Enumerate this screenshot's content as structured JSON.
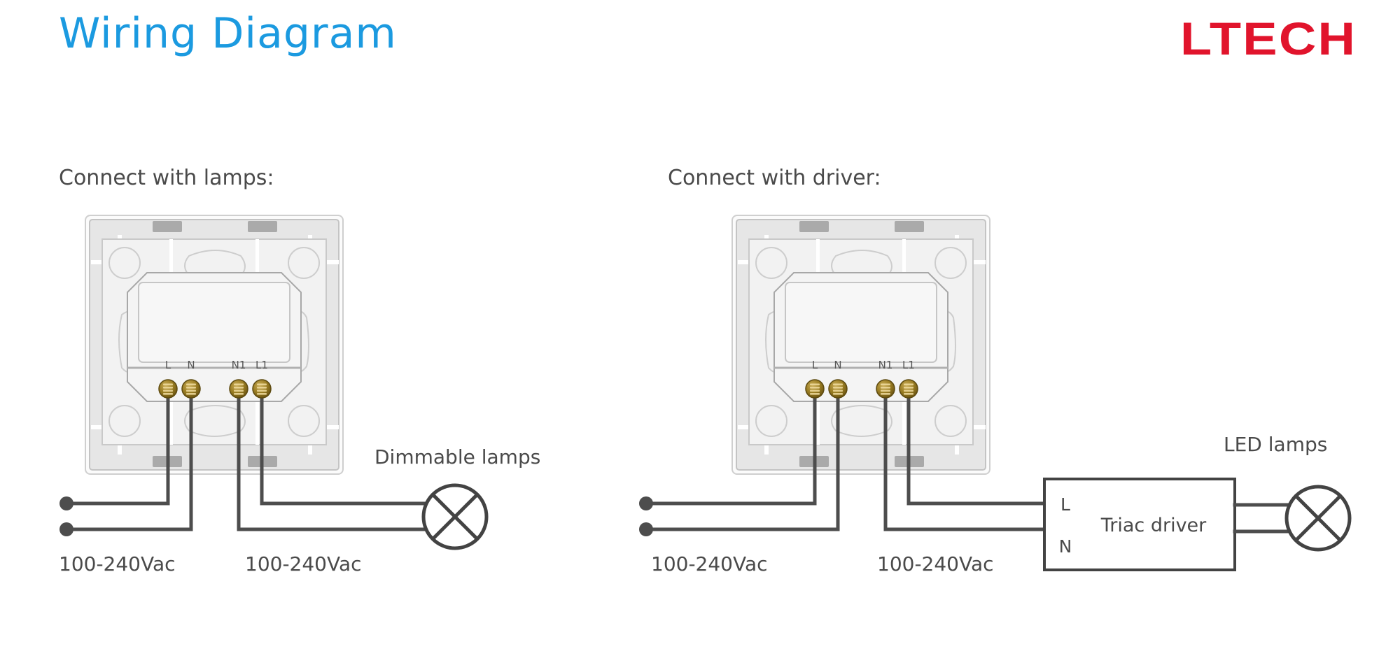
{
  "header": {
    "title": "Wiring Diagram",
    "title_color": "#1b9ae0",
    "brand": "LTECH",
    "brand_color": "#e1142c"
  },
  "sections": [
    {
      "id": "lamps",
      "heading": "Connect with lamps:",
      "terminals": [
        "L",
        "N",
        "N1",
        "L1"
      ],
      "mains_labels": [
        "100-240Vac",
        "100-240Vac"
      ],
      "load_label": "Dimmable lamps",
      "load_icon": "lamp-cross-circle-icon"
    },
    {
      "id": "driver",
      "heading": "Connect with driver:",
      "terminals": [
        "L",
        "N",
        "N1",
        "L1"
      ],
      "mains_labels": [
        "100-240Vac",
        "100-240Vac"
      ],
      "driver": {
        "title": "Triac driver",
        "input_pins": [
          "L",
          "N"
        ]
      },
      "load_label": "LED lamps",
      "load_icon": "lamp-cross-circle-icon"
    }
  ],
  "colors": {
    "wire": "#4d4d4d",
    "text": "#4a4a4a",
    "terminal_brass": "#8a6d1f",
    "plate_fill": "#ededed",
    "plate_stroke": "#b9b9b9",
    "accent_blue": "#1b9ae0",
    "brand_red": "#e1142c"
  }
}
